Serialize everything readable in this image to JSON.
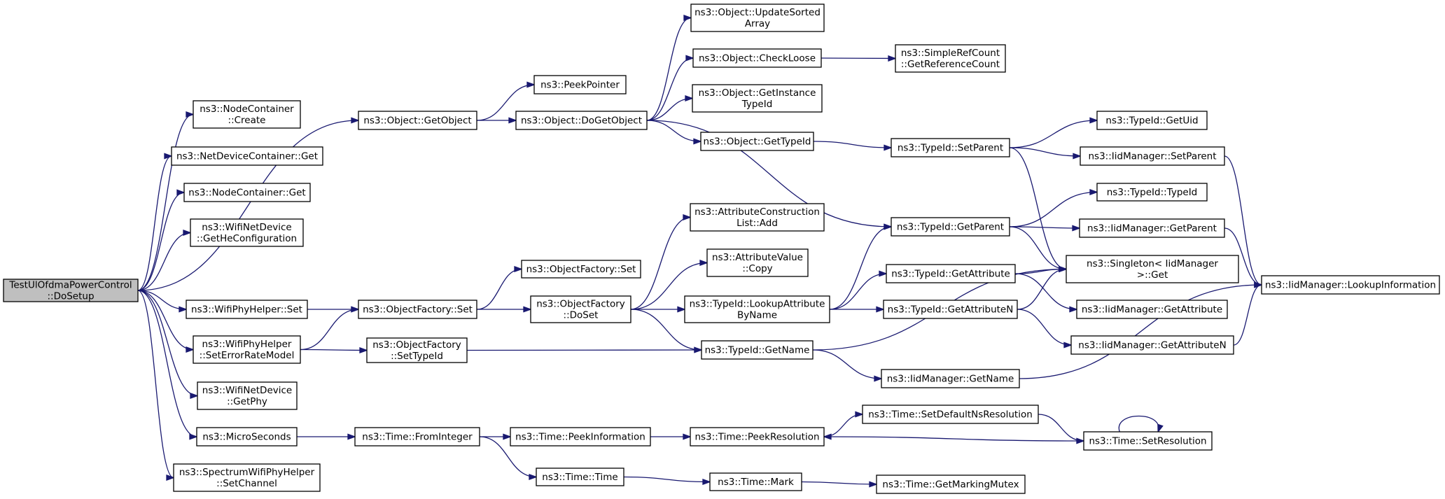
{
  "graph": {
    "title": "",
    "colors": {
      "edge": "#191970",
      "node_border": "#000000",
      "root_fill": "#bfbfbf",
      "node_fill": "#ffffff"
    },
    "nodes": [
      {
        "id": "root",
        "lines": [
          "TestUlOfdmaPowerControl",
          "::DoSetup"
        ]
      },
      {
        "id": "nc_create",
        "lines": [
          "ns3::NodeContainer",
          "::Create"
        ]
      },
      {
        "id": "ndc_get",
        "lines": [
          "ns3::NetDeviceContainer::Get"
        ]
      },
      {
        "id": "nc_get",
        "lines": [
          "ns3::NodeContainer::Get"
        ]
      },
      {
        "id": "wnd_gethe",
        "lines": [
          "ns3::WifiNetDevice",
          "::GetHeConfiguration"
        ]
      },
      {
        "id": "wph_set",
        "lines": [
          "ns3::WifiPhyHelper::Set"
        ]
      },
      {
        "id": "wph_ser",
        "lines": [
          "ns3::WifiPhyHelper",
          "::SetErrorRateModel"
        ]
      },
      {
        "id": "wnd_getphy",
        "lines": [
          "ns3::WifiNetDevice",
          "::GetPhy"
        ]
      },
      {
        "id": "micro",
        "lines": [
          "ns3::MicroSeconds"
        ]
      },
      {
        "id": "swph_setch",
        "lines": [
          "ns3::SpectrumWifiPhyHelper",
          "::SetChannel"
        ]
      },
      {
        "id": "obj_getobj",
        "lines": [
          "ns3::Object::GetObject"
        ]
      },
      {
        "id": "of_set1",
        "lines": [
          "ns3::ObjectFactory::Set"
        ]
      },
      {
        "id": "of_settypeid",
        "lines": [
          "ns3::ObjectFactory",
          "::SetTypeId"
        ]
      },
      {
        "id": "t_fromint",
        "lines": [
          "ns3::Time::FromInteger"
        ]
      },
      {
        "id": "peekptr",
        "lines": [
          "ns3::PeekPointer"
        ]
      },
      {
        "id": "obj_dogetobj",
        "lines": [
          "ns3::Object::DoGetObject"
        ]
      },
      {
        "id": "of_set2",
        "lines": [
          "ns3::ObjectFactory::Set"
        ]
      },
      {
        "id": "of_doset",
        "lines": [
          "ns3::ObjectFactory",
          "::DoSet"
        ]
      },
      {
        "id": "t_peekinfo",
        "lines": [
          "ns3::Time::PeekInformation"
        ]
      },
      {
        "id": "t_time",
        "lines": [
          "ns3::Time::Time"
        ]
      },
      {
        "id": "obj_upd",
        "lines": [
          "ns3::Object::UpdateSorted",
          "Array"
        ]
      },
      {
        "id": "obj_checkloose",
        "lines": [
          "ns3::Object::CheckLoose"
        ]
      },
      {
        "id": "obj_getinst",
        "lines": [
          "ns3::Object::GetInstance",
          "TypeId"
        ]
      },
      {
        "id": "obj_gettypeid",
        "lines": [
          "ns3::Object::GetTypeId"
        ]
      },
      {
        "id": "acl_add",
        "lines": [
          "ns3::AttributeConstruction",
          "List::Add"
        ]
      },
      {
        "id": "av_copy",
        "lines": [
          "ns3::AttributeValue",
          "::Copy"
        ]
      },
      {
        "id": "tid_lookup",
        "lines": [
          "ns3::TypeId::LookupAttribute",
          "ByName"
        ]
      },
      {
        "id": "tid_getname",
        "lines": [
          "ns3::TypeId::GetName"
        ]
      },
      {
        "id": "t_peekres",
        "lines": [
          "ns3::Time::PeekResolution"
        ]
      },
      {
        "id": "t_mark",
        "lines": [
          "ns3::Time::Mark"
        ]
      },
      {
        "id": "src_getref",
        "lines": [
          "ns3::SimpleRefCount",
          "::GetReferenceCount"
        ]
      },
      {
        "id": "tid_setparent",
        "lines": [
          "ns3::TypeId::SetParent"
        ]
      },
      {
        "id": "tid_getparent",
        "lines": [
          "ns3::TypeId::GetParent"
        ]
      },
      {
        "id": "tid_getattr",
        "lines": [
          "ns3::TypeId::GetAttribute"
        ]
      },
      {
        "id": "tid_getattrn",
        "lines": [
          "ns3::TypeId::GetAttributeN"
        ]
      },
      {
        "id": "iid_getname",
        "lines": [
          "ns3::IidManager::GetName"
        ]
      },
      {
        "id": "t_setdefns",
        "lines": [
          "ns3::Time::SetDefaultNsResolution"
        ]
      },
      {
        "id": "t_getmarkmutex",
        "lines": [
          "ns3::Time::GetMarkingMutex"
        ]
      },
      {
        "id": "tid_getuid",
        "lines": [
          "ns3::TypeId::GetUid"
        ]
      },
      {
        "id": "iid_setparent",
        "lines": [
          "ns3::IidManager::SetParent"
        ]
      },
      {
        "id": "tid_typeid",
        "lines": [
          "ns3::TypeId::TypeId"
        ]
      },
      {
        "id": "iid_getparent",
        "lines": [
          "ns3::IidManager::GetParent"
        ]
      },
      {
        "id": "singleton_get",
        "lines": [
          "ns3::Singleton< IidManager",
          " >::Get"
        ]
      },
      {
        "id": "iid_getattr",
        "lines": [
          "ns3::IidManager::GetAttribute"
        ]
      },
      {
        "id": "iid_getattrn",
        "lines": [
          "ns3::IidManager::GetAttributeN"
        ]
      },
      {
        "id": "t_setres",
        "lines": [
          "ns3::Time::SetResolution"
        ]
      },
      {
        "id": "iid_lookupinfo",
        "lines": [
          "ns3::IidManager::LookupInformation"
        ]
      }
    ],
    "edges": [
      [
        "root",
        "nc_create"
      ],
      [
        "root",
        "ndc_get"
      ],
      [
        "root",
        "nc_get"
      ],
      [
        "root",
        "wnd_gethe"
      ],
      [
        "root",
        "obj_getobj"
      ],
      [
        "root",
        "wph_set"
      ],
      [
        "root",
        "wph_ser"
      ],
      [
        "root",
        "wnd_getphy"
      ],
      [
        "root",
        "micro"
      ],
      [
        "root",
        "swph_setch"
      ],
      [
        "obj_getobj",
        "peekptr"
      ],
      [
        "obj_getobj",
        "obj_dogetobj"
      ],
      [
        "obj_dogetobj",
        "obj_upd"
      ],
      [
        "obj_dogetobj",
        "obj_checkloose"
      ],
      [
        "obj_dogetobj",
        "obj_getinst"
      ],
      [
        "obj_dogetobj",
        "obj_gettypeid"
      ],
      [
        "obj_dogetobj",
        "tid_getparent"
      ],
      [
        "obj_checkloose",
        "src_getref"
      ],
      [
        "obj_gettypeid",
        "tid_setparent"
      ],
      [
        "wph_set",
        "of_set1"
      ],
      [
        "wph_ser",
        "of_set1"
      ],
      [
        "wph_ser",
        "of_settypeid"
      ],
      [
        "of_set1",
        "of_set2"
      ],
      [
        "of_set1",
        "of_doset"
      ],
      [
        "of_doset",
        "acl_add"
      ],
      [
        "of_doset",
        "av_copy"
      ],
      [
        "of_doset",
        "tid_lookup"
      ],
      [
        "of_doset",
        "tid_getname"
      ],
      [
        "of_settypeid",
        "tid_getname"
      ],
      [
        "tid_lookup",
        "tid_getparent"
      ],
      [
        "tid_lookup",
        "tid_getattr"
      ],
      [
        "tid_lookup",
        "tid_getattrn"
      ],
      [
        "tid_setparent",
        "tid_getuid"
      ],
      [
        "tid_setparent",
        "iid_setparent"
      ],
      [
        "tid_setparent",
        "singleton_get"
      ],
      [
        "tid_getparent",
        "tid_typeid"
      ],
      [
        "tid_getparent",
        "iid_getparent"
      ],
      [
        "tid_getparent",
        "singleton_get"
      ],
      [
        "tid_getattr",
        "singleton_get"
      ],
      [
        "tid_getattr",
        "iid_getattr"
      ],
      [
        "tid_getattrn",
        "singleton_get"
      ],
      [
        "tid_getattrn",
        "iid_getattrn"
      ],
      [
        "tid_getname",
        "singleton_get"
      ],
      [
        "tid_getname",
        "iid_getname"
      ],
      [
        "iid_setparent",
        "iid_lookupinfo"
      ],
      [
        "iid_getparent",
        "iid_lookupinfo"
      ],
      [
        "iid_getattrn",
        "iid_lookupinfo"
      ],
      [
        "iid_getname",
        "iid_lookupinfo"
      ],
      [
        "micro",
        "t_fromint"
      ],
      [
        "t_fromint",
        "t_peekinfo"
      ],
      [
        "t_fromint",
        "t_time"
      ],
      [
        "t_peekinfo",
        "t_peekres"
      ],
      [
        "t_peekres",
        "t_setdefns"
      ],
      [
        "t_setdefns",
        "t_setres"
      ],
      [
        "t_setres",
        "t_peekres"
      ],
      [
        "t_setres",
        "t_setres"
      ],
      [
        "t_time",
        "t_mark"
      ],
      [
        "t_mark",
        "t_getmarkmutex"
      ]
    ]
  }
}
